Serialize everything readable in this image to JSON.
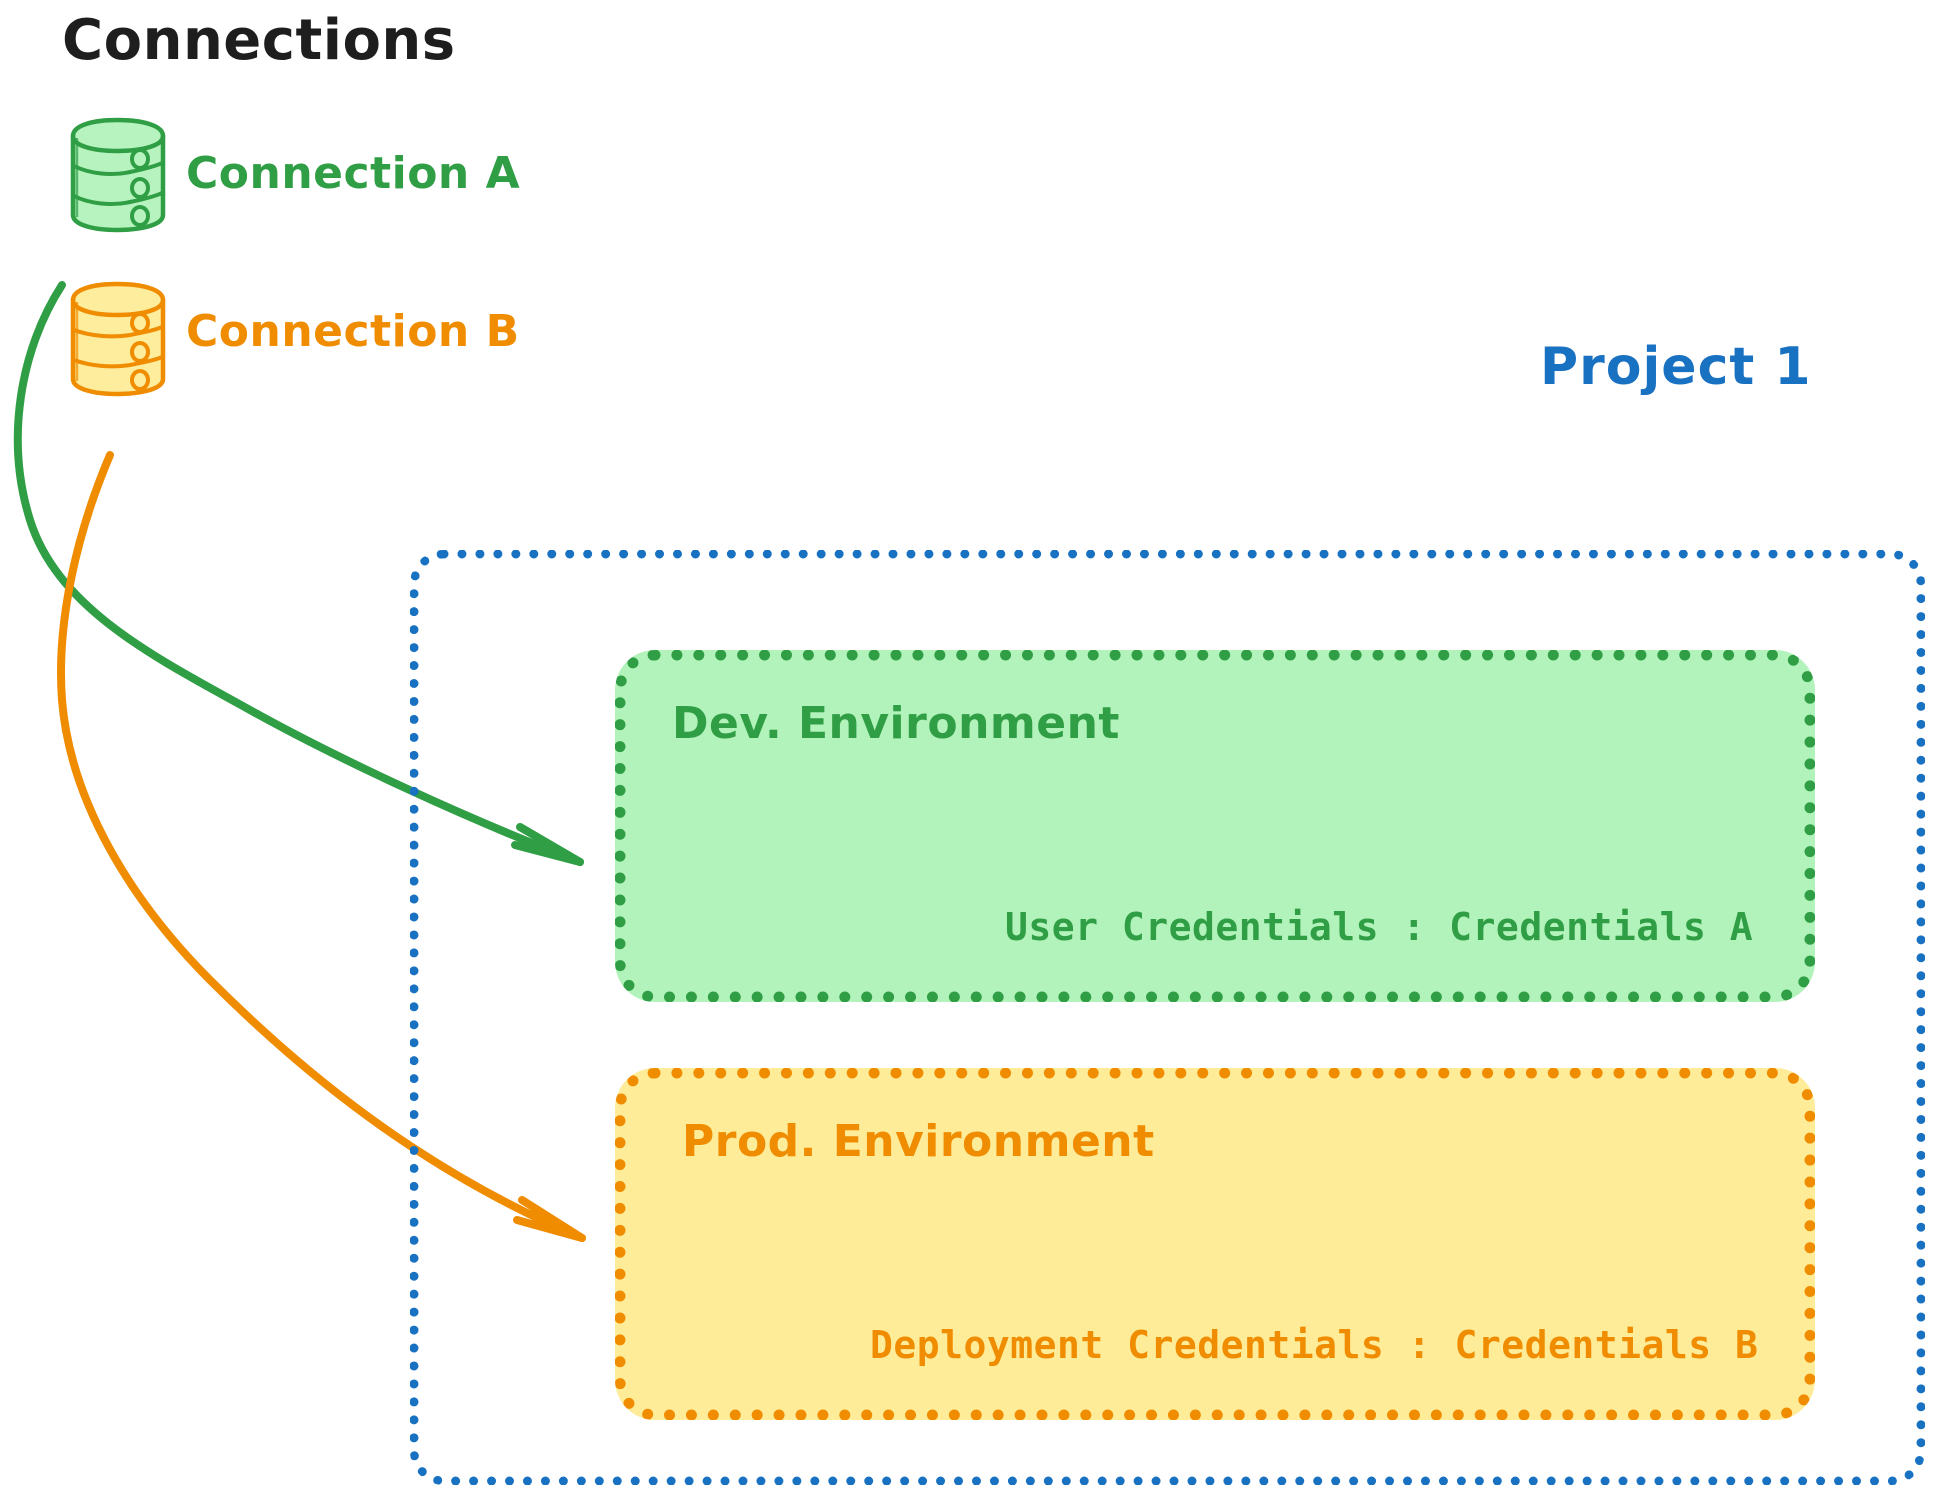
{
  "title": "Connections",
  "colors": {
    "green_stroke": "#2f9e44",
    "green_fill": "#b2f2bb",
    "orange_stroke": "#f08c00",
    "orange_fill": "#ffec99",
    "blue_stroke": "#1971c2",
    "text_dark": "#1e1e1e"
  },
  "connections": [
    {
      "id": "connection-a",
      "label": "Connection A",
      "icon": "database-cylinder-icon",
      "color": "#2f9e44"
    },
    {
      "id": "connection-b",
      "label": "Connection B",
      "icon": "database-cylinder-icon",
      "color": "#f08c00"
    }
  ],
  "project": {
    "label": "Project 1",
    "color": "#1971c2",
    "environments": [
      {
        "id": "dev-environment",
        "title": "Dev. Environment",
        "credentials_label": "User Credentials : Credentials A",
        "color": "#2f9e44",
        "fill": "#b2f2bb"
      },
      {
        "id": "prod-environment",
        "title": "Prod. Environment",
        "credentials_label": "Deployment Credentials : Credentials B",
        "color": "#f08c00",
        "fill": "#ffec99"
      }
    ]
  },
  "arrows": [
    {
      "id": "arrow-connection-a-to-dev",
      "from": "connection-a",
      "to": "dev-environment",
      "color": "#2f9e44"
    },
    {
      "id": "arrow-connection-b-to-prod",
      "from": "connection-b",
      "to": "prod-environment",
      "color": "#f08c00"
    }
  ]
}
